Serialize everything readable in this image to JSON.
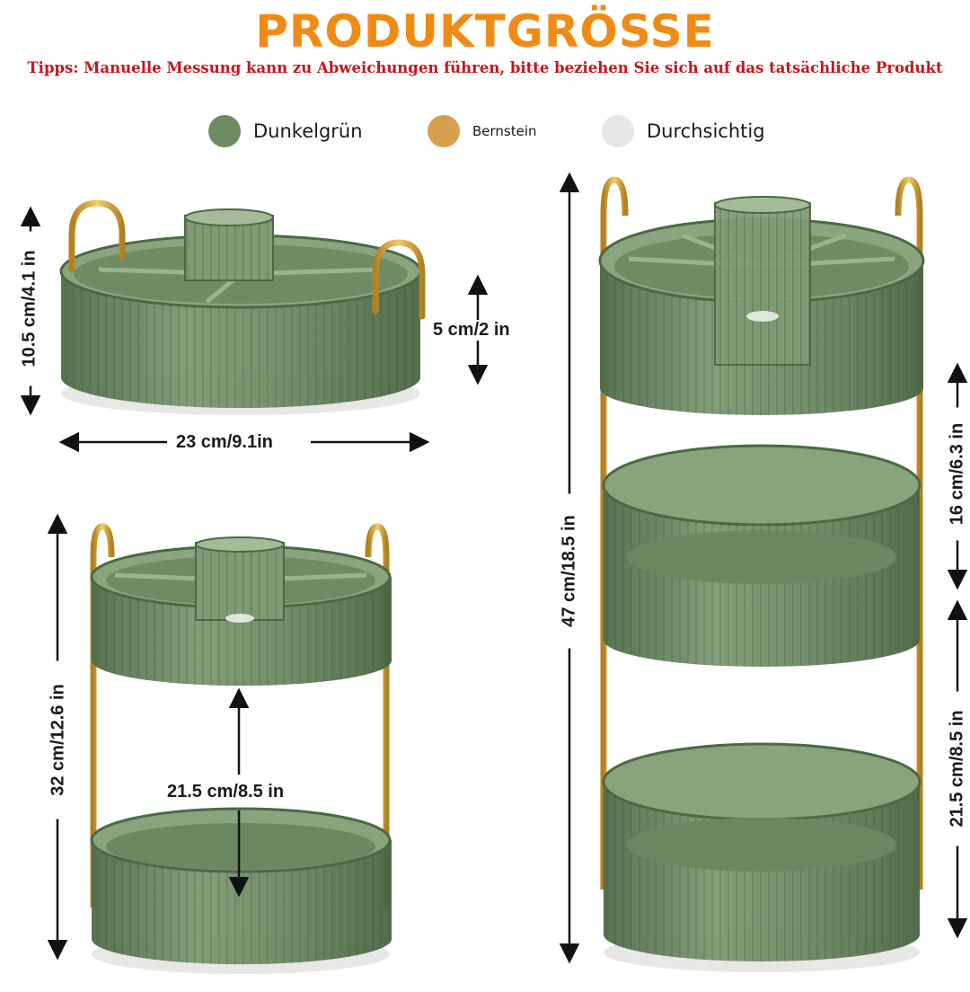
{
  "header": {
    "title": "PRODUKTGRÖSSE",
    "tip": "Tipps: Manuelle Messung kann zu Abweichungen führen, bitte beziehen Sie sich auf das tatsächliche Produkt"
  },
  "colors": {
    "title": "#ef8b14",
    "tip": "#c8151b",
    "green": "#6e8a63",
    "gold": "#d6a04f",
    "clear": "#e6e6e4",
    "frame_gold": "#c99a2e",
    "tray_green": "#5f7b57"
  },
  "legend": [
    {
      "label": "Dunkelgrün",
      "color": "#6e8a63"
    },
    {
      "label": "Bernstein",
      "color": "#d6a04f"
    },
    {
      "label": "Durchsichtig",
      "color": "#e6e6e4"
    }
  ],
  "dimensions": {
    "single_height": "10.5 cm/4.1 in",
    "single_depth": "5 cm/2 in",
    "single_width": "23 cm/9.1in",
    "double_height": "32 cm/12.6 in",
    "double_gap": "21.5 cm/8.5 in",
    "triple_height": "47 cm/18.5 in",
    "triple_gap_top": "16 cm/6.3 in",
    "triple_gap_bottom": "21.5 cm/8.5 in"
  }
}
